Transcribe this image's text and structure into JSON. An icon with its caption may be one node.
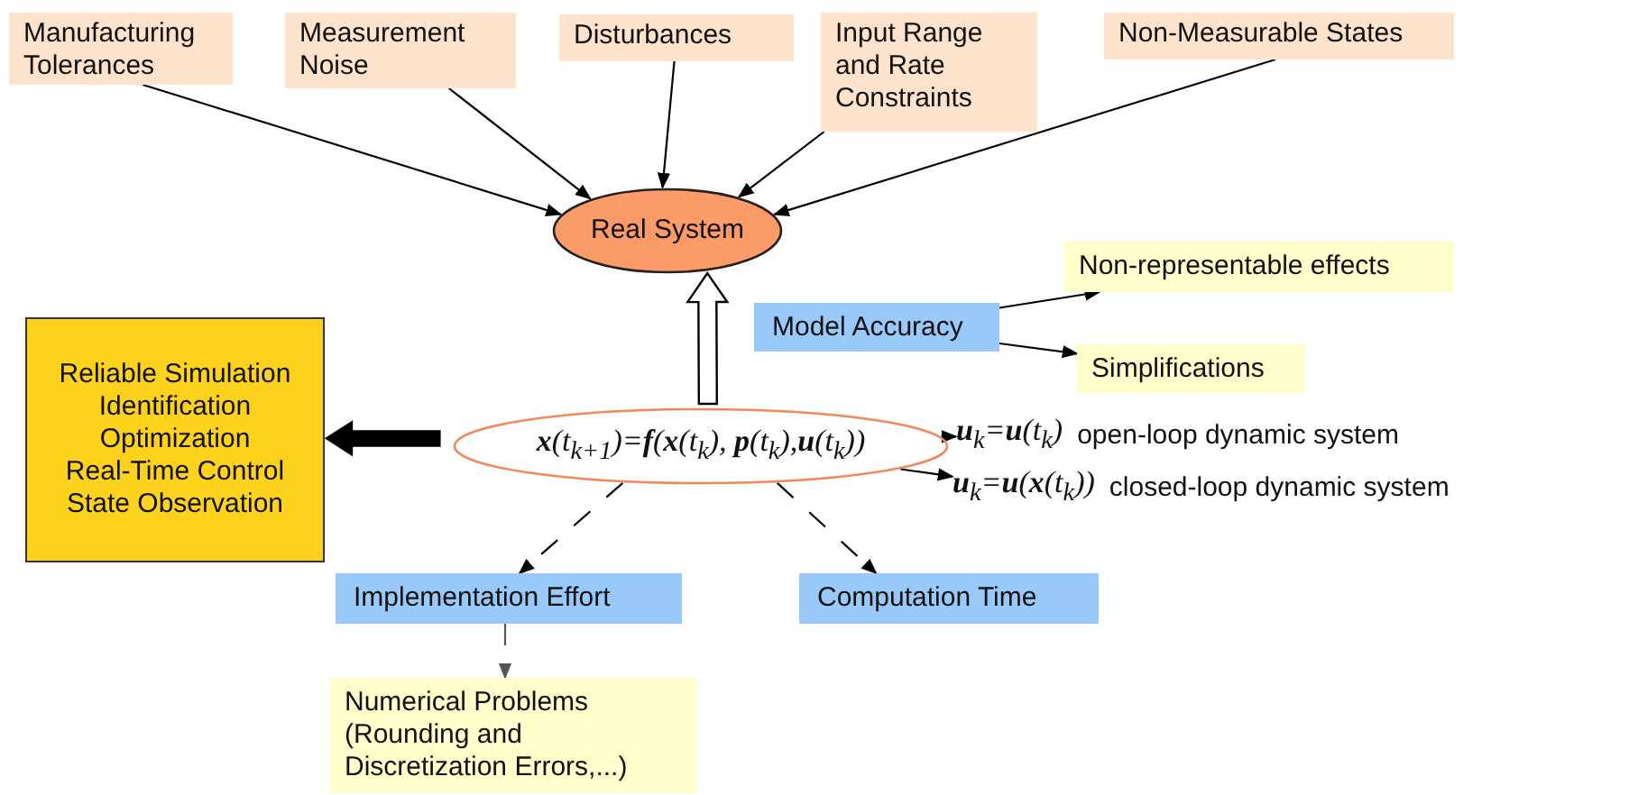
{
  "diagram": {
    "nodes": [
      {
        "text": [
          "Manufacturing Tolerances"
        ]
      },
      {
        "text": [
          "Measurement Noise"
        ]
      },
      {
        "text": [
          "Disturbances"
        ]
      },
      {
        "text": [
          "Input Range and Rate Constraints"
        ]
      },
      {
        "text": [
          "Non-Measurable States"
        ]
      },
      {
        "text": [
          "Real System"
        ]
      },
      {
        "text": [
          "Model Accuracy"
        ]
      },
      {
        "text": [
          "Non-representable effects"
        ]
      },
      {
        "text": [
          "Simplifications"
        ]
      },
      {
        "text": [
          "Reliable Simulation",
          "Identification",
          "Optimization",
          "Real-Time Control",
          "State Observation"
        ]
      },
      {
        "text": [
          "**x**(t$_{k+1}$)=**f**(**x**(t$_{k}$), **p**(t$_{k}$),**u**(t$_{k}$))"
        ]
      },
      {
        "text": [
          "**u**$_{k}$=**u**(t$_{k}$)",
          "open-loop dynamic system"
        ]
      },
      {
        "text": [
          "**u**$_{k}$=**u**(**x**(t$_{k}$))",
          "closed-loop dynamic system"
        ]
      },
      {
        "text": [
          "Implementation Effort"
        ]
      },
      {
        "text": [
          "Computation Time"
        ]
      },
      {
        "text": [
          "Numerical Problems (Rounding and Discretization Errors,...)"
        ]
      }
    ],
    "edges": [
      {
        "from": 0,
        "to": 5,
        "arrow": "to"
      },
      {
        "from": 1,
        "to": 5,
        "arrow": "to"
      },
      {
        "from": 2,
        "to": 5,
        "arrow": "to"
      },
      {
        "from": 3,
        "to": 5,
        "arrow": "to"
      },
      {
        "from": 4,
        "to": 5,
        "arrow": "to"
      },
      {
        "from": 10,
        "to": 5,
        "arrow": "to",
        "style": "thick",
        "color": "#ffffff"
      },
      {
        "from": 6,
        "to": 7,
        "arrow": "to"
      },
      {
        "from": 6,
        "to": 8,
        "arrow": "to"
      },
      {
        "from": 10,
        "to": 9,
        "arrow": "to",
        "style": "thick"
      },
      {
        "from": 10,
        "to": 11,
        "arrow": "to"
      },
      {
        "from": 10,
        "to": 12,
        "arrow": "to"
      },
      {
        "from": 10,
        "to": 13,
        "arrow": "to",
        "style": "dashed"
      },
      {
        "from": 10,
        "to": 14,
        "arrow": "to",
        "style": "dashed"
      },
      {
        "from": 13,
        "to": 15,
        "arrow": "to",
        "style": "dashed",
        "color": "#555555"
      }
    ]
  }
}
